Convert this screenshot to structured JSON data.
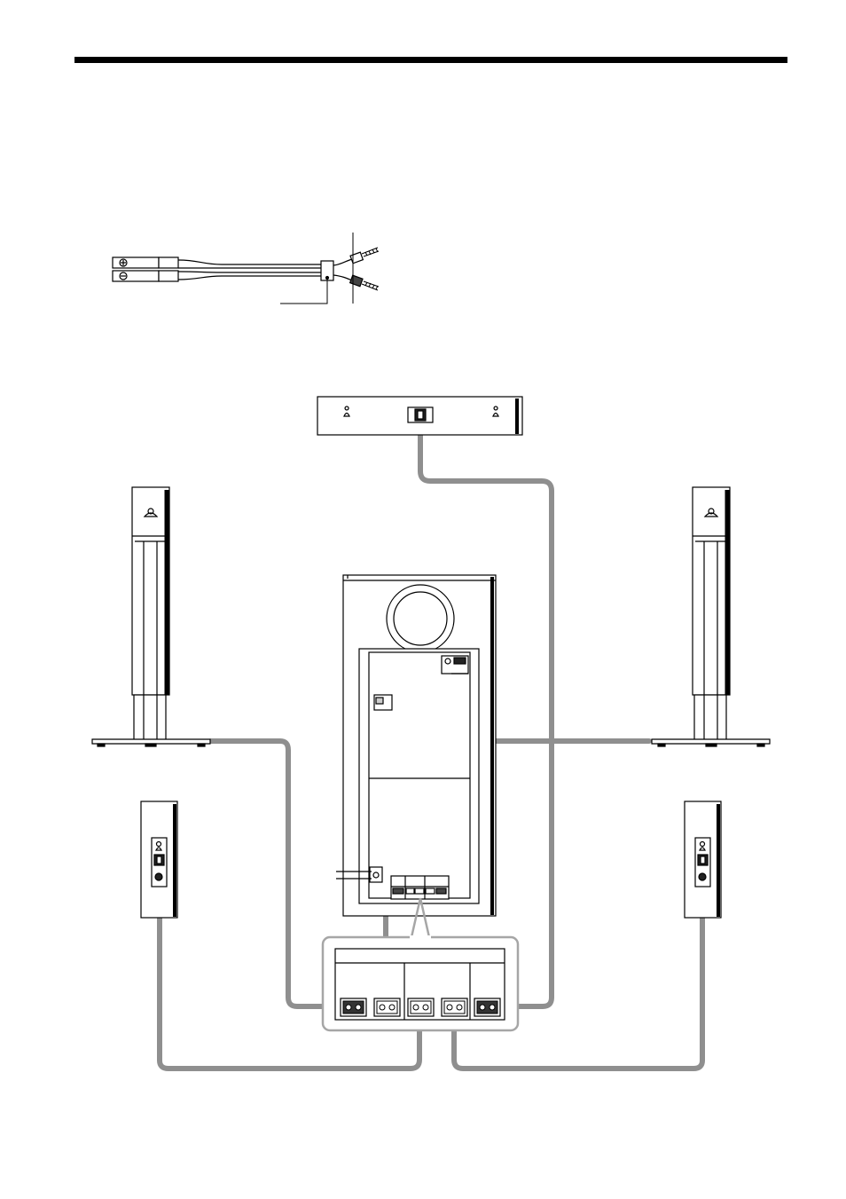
{
  "colors": {
    "ink": "#000000",
    "cable": "#8f8f8f",
    "panel": "#ffffff",
    "frame": "#a6a6a6"
  },
  "icons": {
    "plus_terminal": "plus-sign",
    "minus_terminal": "minus-sign",
    "keyhole": "keyhole-icon"
  },
  "diagram": {
    "components": [
      "speaker-cord",
      "center-speaker",
      "front-left-speaker",
      "front-right-speaker",
      "surround-left-speaker",
      "surround-right-speaker",
      "subwoofer-rear-panel",
      "speaker-jack-panel-enlarged"
    ],
    "jack_count": 5
  }
}
